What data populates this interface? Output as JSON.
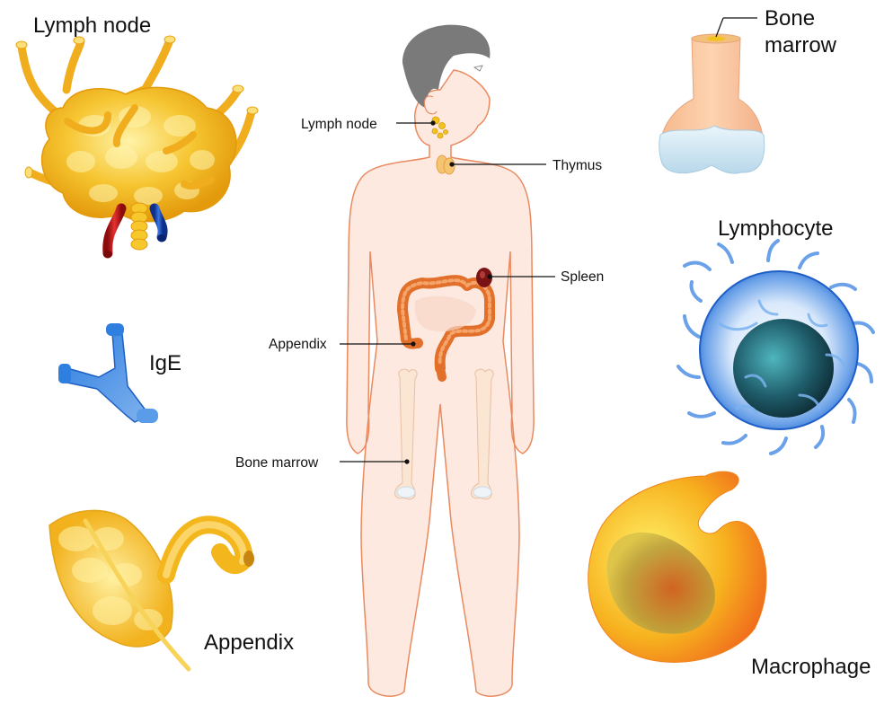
{
  "figure": {
    "titles": {
      "lymph_node": "Lymph node",
      "bone_marrow_line1": "Bone",
      "bone_marrow_line2": "marrow",
      "lymphocyte": "Lymphocyte",
      "ige": "IgE",
      "appendix": "Appendix",
      "macrophage": "Macrophage"
    },
    "body_labels": {
      "lymph_node": "Lymph node",
      "thymus": "Thymus",
      "spleen": "Spleen",
      "appendix": "Appendix",
      "bone_marrow": "Bone marrow"
    }
  },
  "colors": {
    "skin": "#fde9e0",
    "outline": "#e98a60",
    "hair": "#7a7a7a",
    "gold": "#f3b61c",
    "blue": "#2f6fd6",
    "red": "#d42020",
    "intestine": "#e2702b",
    "spleen": "#7a1414",
    "bone": "#fbe5d3"
  }
}
